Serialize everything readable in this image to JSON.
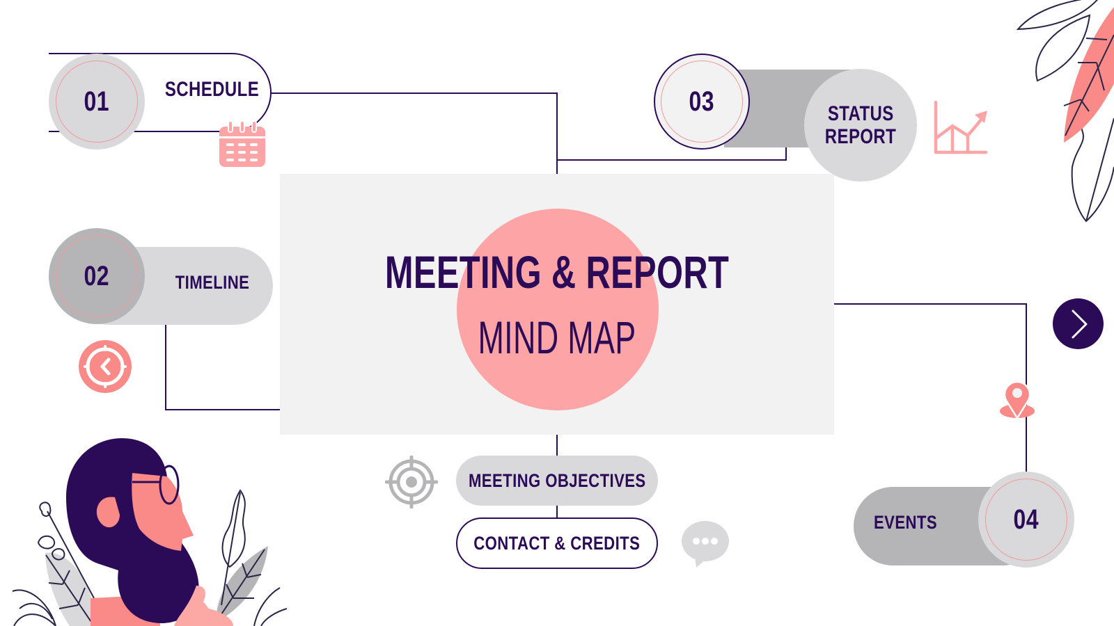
{
  "slide": {
    "title": "MEETING & REPORT",
    "subtitle": "MIND MAP"
  },
  "colors": {
    "primary": "#2b0a57",
    "accent": "#fda5a6",
    "accent_strong": "#f98a88",
    "gray_light": "#d9d9db",
    "gray_mid": "#b5b5b7",
    "panel": "#f2f2f3"
  },
  "nodes": [
    {
      "number": "01",
      "label": "SCHEDULE",
      "icon": "calendar-icon"
    },
    {
      "number": "02",
      "label": "TIMELINE",
      "icon": "clock-icon"
    },
    {
      "number": "03",
      "label_line1": "STATUS",
      "label_line2": "REPORT",
      "icon": "chart-up-icon"
    },
    {
      "number": "04",
      "label": "EVENTS",
      "icon": "location-pin-icon"
    }
  ],
  "buttons": {
    "meeting_objectives": "MEETING OBJECTIVES",
    "contact_credits": "CONTACT & CREDITS"
  },
  "icons": {
    "target": "target-icon",
    "chat": "chat-bubble-icon",
    "next": "chevron-right-icon"
  }
}
